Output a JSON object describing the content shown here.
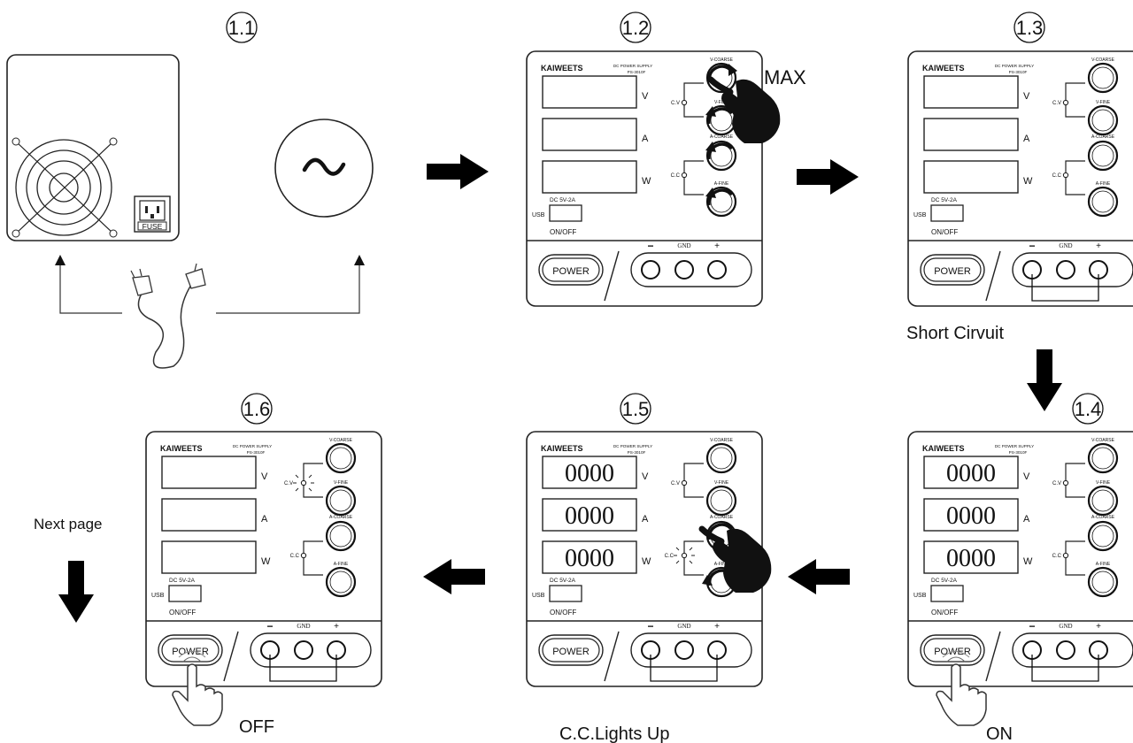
{
  "steps": {
    "s1_1": "1.1",
    "s1_2": "1.2",
    "s1_3": "1.3",
    "s1_4": "1.4",
    "s1_5": "1.5",
    "s1_6": "1.6"
  },
  "captions": {
    "max": "MAX",
    "short_circuit": "Short Cirvuit",
    "on": "ON",
    "cc_lights_up": "C.C.Lights Up",
    "off": "OFF",
    "next_page": "Next page"
  },
  "fuse_label": "FUSE",
  "device": {
    "brand": "KAIWEETS",
    "model_line1": "DC POWER SUPPLY",
    "model_line2": "PS-3010F",
    "unit_v": "V",
    "unit_a": "A",
    "unit_w": "W",
    "knob_v_coarse": "V-COARSE",
    "knob_v_fine": "V-FINE",
    "knob_a_coarse": "A-COARSE",
    "knob_a_fine": "A-FINE",
    "cv": "C.V",
    "cc": "C.C",
    "usb_rating": "DC 5V-2A",
    "usb": "USB",
    "onoff": "ON/OFF",
    "power": "POWER",
    "minus": "−",
    "gnd": "GND",
    "plus": "+",
    "reading": "0000"
  }
}
